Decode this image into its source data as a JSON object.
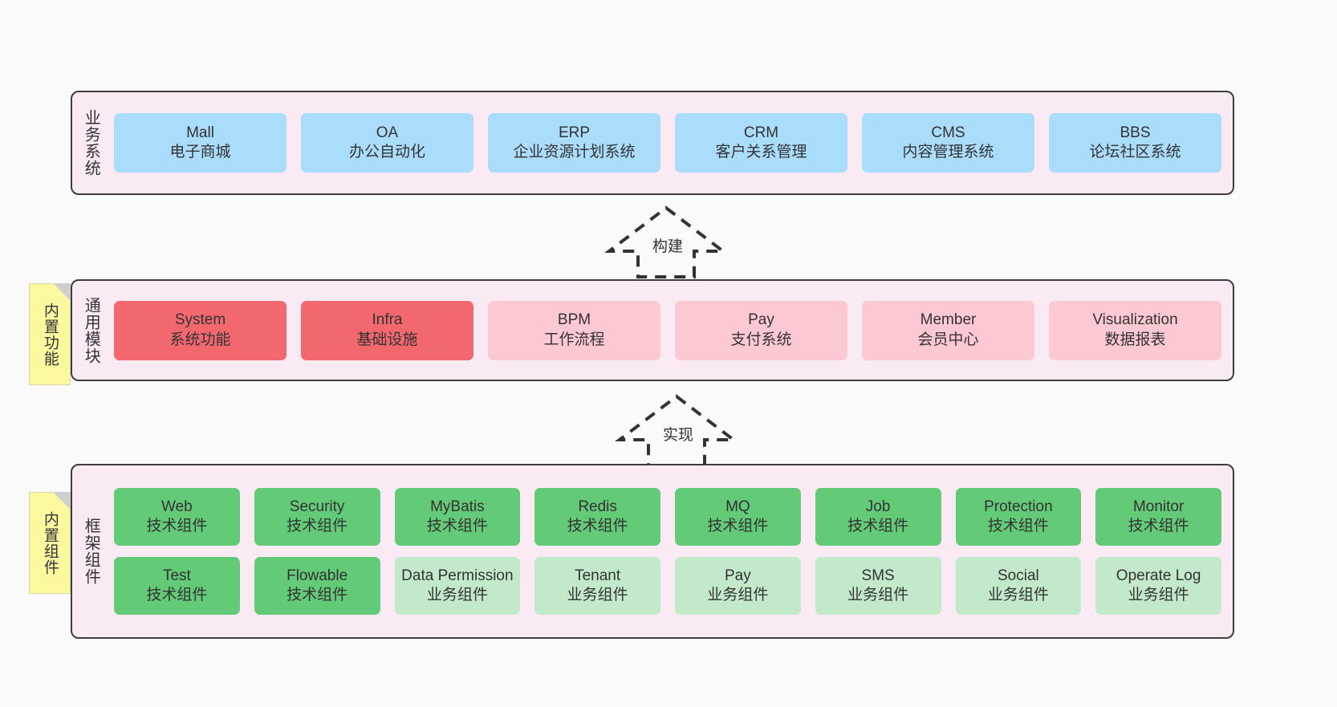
{
  "diagram": {
    "layers": [
      {
        "id": "business",
        "title": "业务系统",
        "rows": [
          {
            "cards": [
              {
                "en": "Mall",
                "cn": "电子商城",
                "color": "#aadcfb"
              },
              {
                "en": "OA",
                "cn": "办公自动化",
                "color": "#aadcfb"
              },
              {
                "en": "ERP",
                "cn": "企业资源计划系统",
                "color": "#aadcfb"
              },
              {
                "en": "CRM",
                "cn": "客户关系管理",
                "color": "#aadcfb"
              },
              {
                "en": "CMS",
                "cn": "内容管理系统",
                "color": "#aadcfb"
              },
              {
                "en": "BBS",
                "cn": "论坛社区系统",
                "color": "#aadcfb"
              }
            ]
          }
        ]
      },
      {
        "id": "common",
        "title": "通用模块",
        "rows": [
          {
            "cards": [
              {
                "en": "System",
                "cn": "系统功能",
                "color": "#f2686e"
              },
              {
                "en": "Infra",
                "cn": "基础设施",
                "color": "#f2686e"
              },
              {
                "en": "BPM",
                "cn": "工作流程",
                "color": "#fcc9d2"
              },
              {
                "en": "Pay",
                "cn": "支付系统",
                "color": "#fcc9d2"
              },
              {
                "en": "Member",
                "cn": "会员中心",
                "color": "#fcc9d2"
              },
              {
                "en": "Visualization",
                "cn": "数据报表",
                "color": "#fcc9d2"
              }
            ]
          }
        ]
      },
      {
        "id": "framework",
        "title": "框架组件",
        "rows": [
          {
            "cards": [
              {
                "en": "Web",
                "cn": "技术组件",
                "color": "#63ca77"
              },
              {
                "en": "Security",
                "cn": "技术组件",
                "color": "#63ca77"
              },
              {
                "en": "MyBatis",
                "cn": "技术组件",
                "color": "#63ca77"
              },
              {
                "en": "Redis",
                "cn": "技术组件",
                "color": "#63ca77"
              },
              {
                "en": "MQ",
                "cn": "技术组件",
                "color": "#63ca77"
              },
              {
                "en": "Job",
                "cn": "技术组件",
                "color": "#63ca77"
              },
              {
                "en": "Protection",
                "cn": "技术组件",
                "color": "#63ca77"
              },
              {
                "en": "Monitor",
                "cn": "技术组件",
                "color": "#63ca77"
              }
            ]
          },
          {
            "cards": [
              {
                "en": "Test",
                "cn": "技术组件",
                "color": "#63ca77"
              },
              {
                "en": "Flowable",
                "cn": "技术组件",
                "color": "#63ca77"
              },
              {
                "en": "Data Permission",
                "cn": "业务组件",
                "color": "#c2e9c9"
              },
              {
                "en": "Tenant",
                "cn": "业务组件",
                "color": "#c2e9c9"
              },
              {
                "en": "Pay",
                "cn": "业务组件",
                "color": "#c2e9c9"
              },
              {
                "en": "SMS",
                "cn": "业务组件",
                "color": "#c2e9c9"
              },
              {
                "en": "Social",
                "cn": "业务组件",
                "color": "#c2e9c9"
              },
              {
                "en": "Operate Log",
                "cn": "业务组件",
                "color": "#c2e9c9"
              }
            ]
          }
        ]
      }
    ],
    "notes": [
      {
        "id": "functions",
        "label": "内置功能"
      },
      {
        "id": "components",
        "label": "内置组件"
      }
    ],
    "arrows": [
      {
        "id": "build",
        "label": "构建"
      },
      {
        "id": "impl",
        "label": "实现"
      }
    ],
    "colors": {
      "panel_bg": "#faeaf4",
      "panel_border": "#3d3d3d",
      "note_bg": "#fbf8a0",
      "business_card": "#aadcfb",
      "common_core_card": "#f2686e",
      "common_card": "#fcc9d2",
      "tech_card": "#63ca77",
      "biz_card": "#c2e9c9",
      "canvas_bg": "#fafafa",
      "text": "#333333"
    }
  }
}
